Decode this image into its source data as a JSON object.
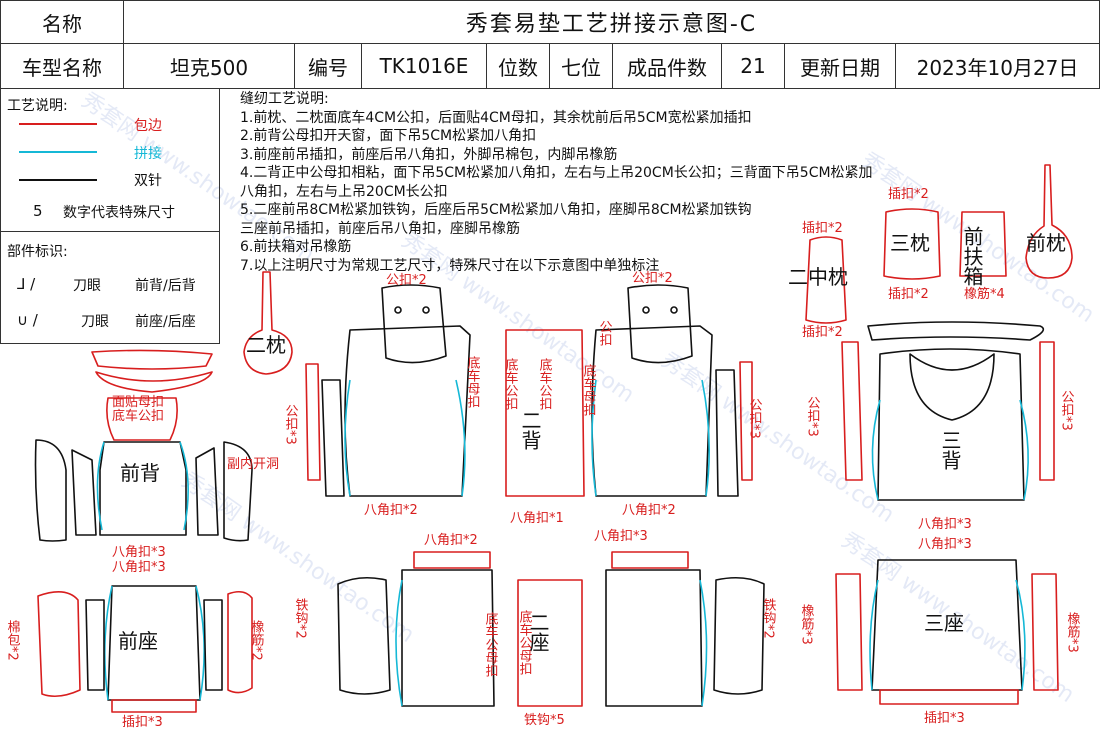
{
  "header": {
    "label_name": "名称",
    "title": "秀套易垫工艺拼接示意图-C",
    "label_car": "车型名称",
    "car": "坦克500",
    "label_code": "编号",
    "code": "TK1016E",
    "label_seats": "位数",
    "seats": "七位",
    "label_count": "成品件数",
    "count": "21",
    "label_date": "更新日期",
    "date": "2023年10月27日"
  },
  "legend": {
    "process_title": "工艺说明:",
    "edge": "包边",
    "join": "拼接",
    "double": "双针",
    "num_sample": "5",
    "num_desc": "数字代表特殊尺寸",
    "parts_title": "部件标识:",
    "knife1": "刀眼",
    "knife1_desc": "前背/后背",
    "knife2": "刀眼",
    "knife2_desc": "前座/后座",
    "sym1a": "⅃ /",
    "sym2a": "∪ /"
  },
  "notes": {
    "title": "缝纫工艺说明:",
    "lines": [
      "1.前枕、二枕面底车4CM公扣，后面贴4CM母扣，其余枕前后吊5CM宽松紧加插扣",
      "2.前背公母扣开天窗，面下吊5CM松紧加八角扣",
      "3.前座前吊插扣，前座后吊八角扣，外脚吊棉包，内脚吊橡筋",
      "4.二背正中公母扣相粘，面下吊5CM松紧加八角扣，左右与上吊20CM长公扣；三背面下吊5CM松紧加",
      "八角扣，左右与上吊20CM长公扣",
      "5.二座前吊8CM松紧加铁钩，后座后吊5CM松紧加八角扣，座脚吊8CM松紧加铁钩",
      "三座前吊插扣，前座后吊八角扣，座脚吊橡筋",
      "6.前扶箱对吊橡筋",
      "7.以上注明尺寸为常规工艺尺寸，特殊尺寸在以下示意图中单独标注"
    ]
  },
  "parts": {
    "erzhen": "二枕",
    "qianbei": "前背",
    "qianzuo": "前座",
    "erbei": "二背",
    "erzuo": "二座",
    "sanbei": "三背",
    "sanzuo": "三座",
    "erzhongzhen": "二中枕",
    "sanzhen": "三枕",
    "qianfuxiang": "前扶箱",
    "qianzhen": "前枕"
  },
  "labels": {
    "mianfumukou": "面贴母扣",
    "dichegongkou": "底车公扣",
    "funeikaidong": "副内开洞",
    "bajiao3a": "八角扣*3",
    "bajiao3b": "八角扣*3",
    "mianbao2": "棉包*2",
    "xiangjin2a": "橡筋*2",
    "chakou3a": "插扣*3",
    "gongkou2a": "公扣*2",
    "gongkou2b": "公扣*2",
    "gongkou3a": "公扣*3",
    "gongkou3b": "公扣*3",
    "gongkou3c": "公扣*3",
    "gongkou3d": "公扣*3",
    "bajiao2a": "八角扣*2",
    "bajiao2b": "八角扣*2",
    "bajiao1": "八角扣*1",
    "dichemukou": "底车母扣",
    "dichegongkou2": "底车公扣",
    "dichemukou2": "底车母扣",
    "gongkou_v": "公扣",
    "bajiao2c": "八角扣*2",
    "bajiao3c": "八角扣*3",
    "tiegou2a": "铁钩*2",
    "tiegou2b": "铁钩*2",
    "dichegongmukou": "底车公母扣",
    "tiegou5": "铁钩*5",
    "chakou2a": "插扣*2",
    "chakou2b": "插扣*2",
    "chakou2c": "插扣*2",
    "chakou2d": "插扣*2",
    "xiangjin4": "橡筋*4",
    "bajiao3d": "八角扣*3",
    "bajiao3e": "八角扣*3",
    "xiangjin3a": "橡筋*3",
    "xiangjin3b": "橡筋*3",
    "chakou3b": "插扣*3"
  },
  "watermark": "秀套网 www.showtao.com",
  "colors": {
    "edge": "#d81e1e",
    "join": "#15b8d6",
    "double": "#111111"
  }
}
